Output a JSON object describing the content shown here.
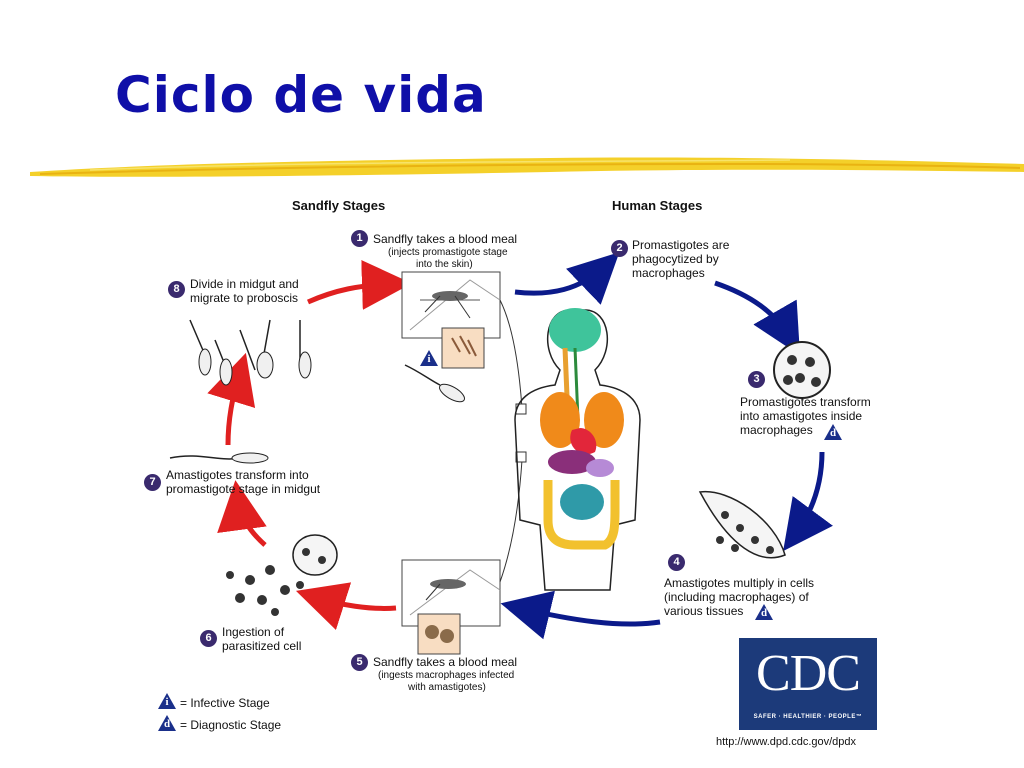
{
  "slide": {
    "title": "Ciclo de vida"
  },
  "diagram": {
    "headers": {
      "sandfly": "Sandfly Stages",
      "human": "Human Stages"
    },
    "steps": [
      {
        "num": "1",
        "text": "Sandfly takes a blood meal",
        "sub1": "(injects promastigote stage",
        "sub2": "into the skin)"
      },
      {
        "num": "2",
        "line1": "Promastigotes are",
        "line2": "phagocytized by",
        "line3": "macrophages"
      },
      {
        "num": "3",
        "line1": "Promastigotes transform",
        "line2": "into amastigotes inside",
        "line3": "macrophages"
      },
      {
        "num": "4",
        "line1": "Amastigotes multiply in cells",
        "line2": "(including macrophages) of",
        "line3": "various tissues"
      },
      {
        "num": "5",
        "text": "Sandfly takes a blood meal",
        "sub1": "(ingests macrophages infected",
        "sub2": "with amastigotes)"
      },
      {
        "num": "6",
        "line1": "Ingestion of",
        "line2": "parasitized cell"
      },
      {
        "num": "7",
        "line1": "Amastigotes transform into",
        "line2": "promastigote stage in midgut"
      },
      {
        "num": "8",
        "line1": "Divide in midgut and",
        "line2": "migrate to proboscis"
      }
    ],
    "legend": {
      "infective_letter": "i",
      "infective": "= Infective Stage",
      "diagnostic_letter": "d",
      "diagnostic": "= Diagnostic Stage"
    },
    "stage_markers": {
      "i": "i",
      "d": "d"
    }
  },
  "logo": {
    "text": "CDC",
    "tagline": "SAFER · HEALTHIER · PEOPLE™"
  },
  "source_url": "http://www.dpd.cdc.gov/dpdx",
  "colors": {
    "title": "#0f0fa8",
    "sandfly_arrow": "#e02020",
    "human_arrow": "#0b1a8a",
    "step_badge": "#3a2a6e",
    "cdc_blue": "#1c3a7a"
  }
}
